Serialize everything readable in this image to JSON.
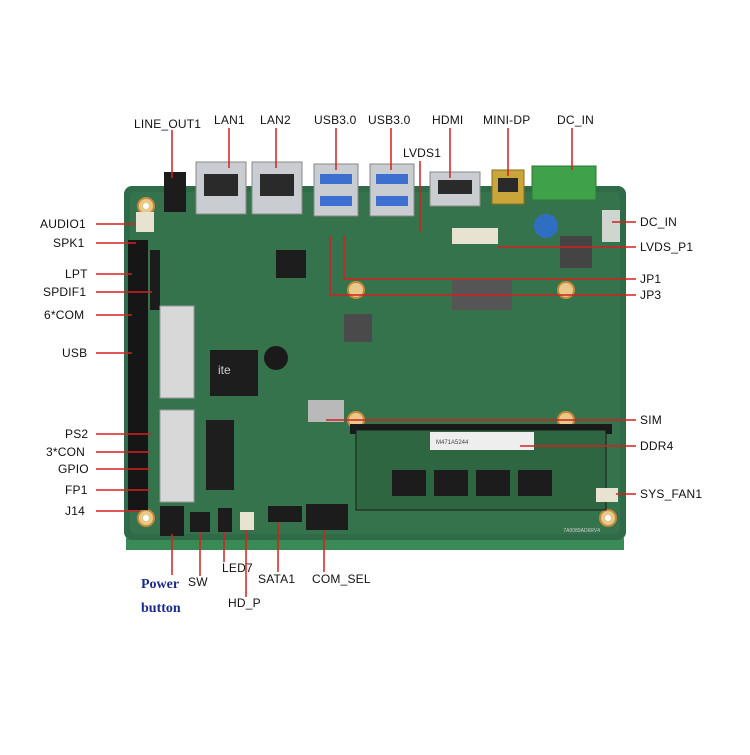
{
  "labels": {
    "line_out1": "LINE_OUT1",
    "lan1": "LAN1",
    "lan2": "LAN2",
    "usb30_a": "USB3.0",
    "usb30_b": "USB3.0",
    "hdmi": "HDMI",
    "mini_dp": "MINI-DP",
    "dc_in_top": "DC_IN",
    "lvds1": "LVDS1",
    "audio1": "AUDIO1",
    "spk1": "SPK1",
    "lpt": "LPT",
    "spdif1": "SPDIF1",
    "com6": "6*COM",
    "usb": "USB",
    "ps2": "PS2",
    "con3": "3*CON",
    "gpio": "GPIO",
    "fp1": "FP1",
    "j14": "J14",
    "dc_in_right": "DC_IN",
    "lvds_p1": "LVDS_P1",
    "jp1": "JP1",
    "jp3": "JP3",
    "sim": "SIM",
    "ddr4": "DDR4",
    "sys_fan1": "SYS_FAN1",
    "led7": "LED7",
    "sw": "SW",
    "sata1": "SATA1",
    "com_sel": "COM_SEL",
    "hd_p": "HD_P",
    "power_button_line1": "Power",
    "power_button_line2": "button"
  },
  "board_text": {
    "chip_brand": "ite",
    "ram_sticker": "M471A5244",
    "board_id": "7A0089AD6RV4"
  },
  "colors": {
    "board": "#2f6b48",
    "callout_line": "#d42020",
    "power_button_text": "#1a2a8c",
    "terminal_block": "#3fa24a"
  }
}
